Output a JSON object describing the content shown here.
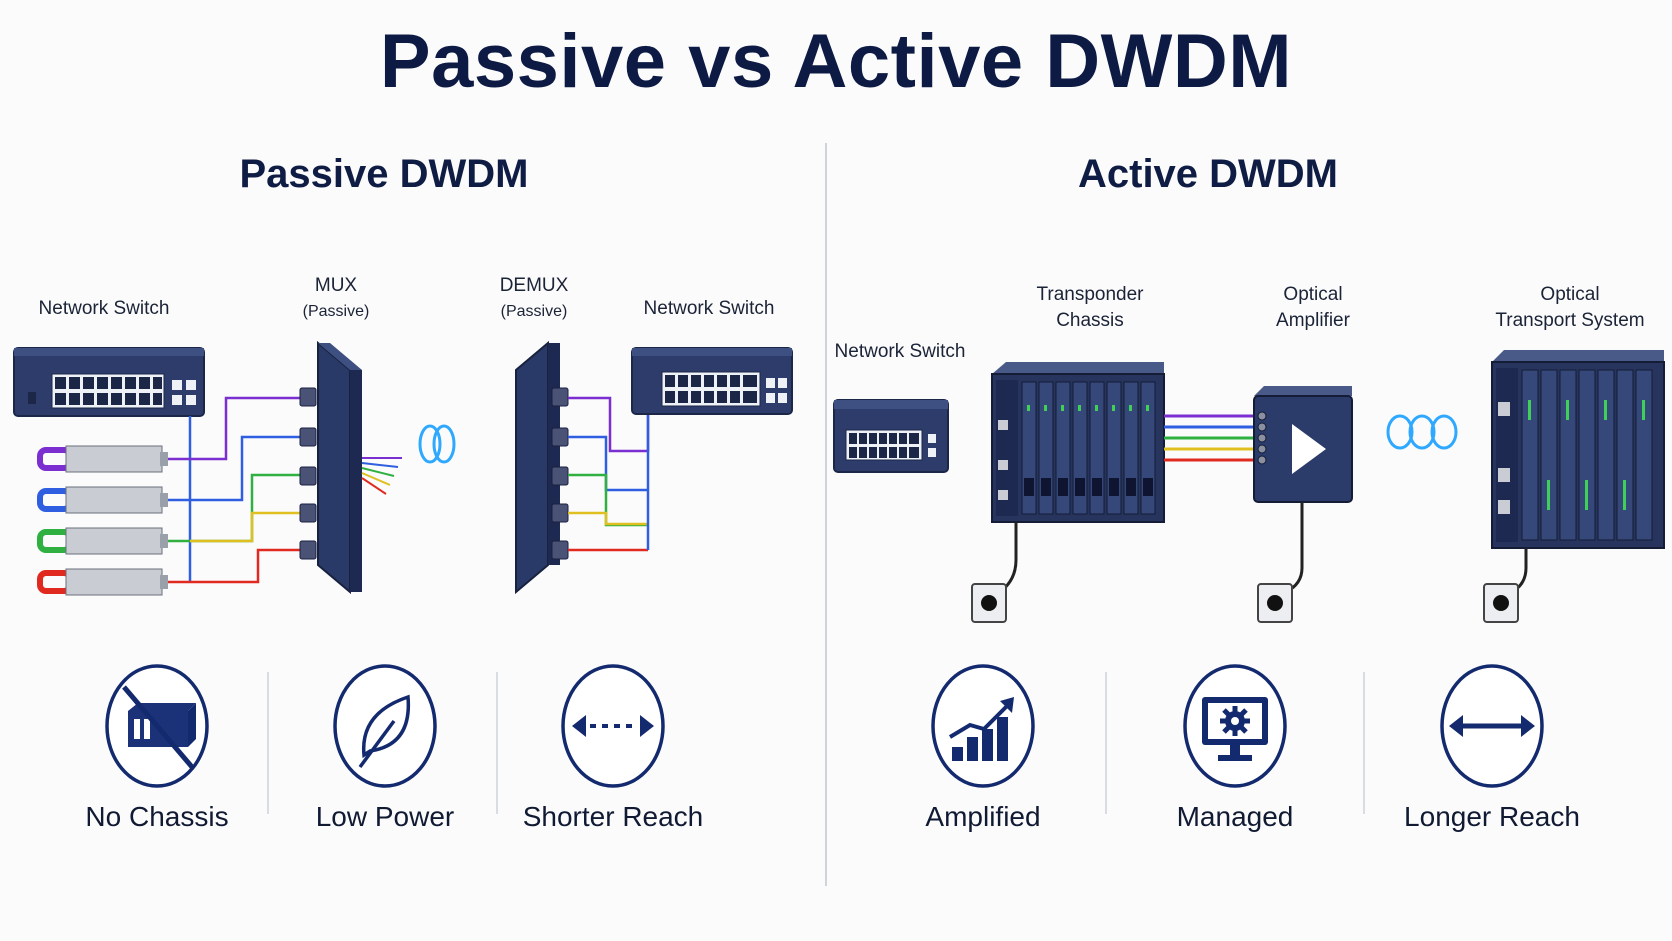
{
  "title": "Passive vs Active DWDM",
  "passive": {
    "heading": "Passive DWDM",
    "labels": {
      "switch_left": "Network Switch",
      "mux": "MUX",
      "mux_sub": "(Passive)",
      "demux": "DEMUX",
      "demux_sub": "(Passive)",
      "switch_right": "Network Switch"
    },
    "features": [
      {
        "label": "No Chassis",
        "icon": "no-chassis-icon"
      },
      {
        "label": "Low Power",
        "icon": "leaf-icon"
      },
      {
        "label": "Shorter Reach",
        "icon": "dashed-arrow-icon"
      }
    ]
  },
  "active": {
    "heading": "Active DWDM",
    "labels": {
      "switch": "Network Switch",
      "transponder": "Transponder",
      "transponder_sub": "Chassis",
      "amplifier": "Optical",
      "amplifier_sub": "Amplifier",
      "ots": "Optical",
      "ots_sub": "Transport System"
    },
    "features": [
      {
        "label": "Amplified",
        "icon": "growth-chart-icon"
      },
      {
        "label": "Managed",
        "icon": "monitor-gear-icon"
      },
      {
        "label": "Longer Reach",
        "icon": "double-arrow-icon"
      }
    ]
  },
  "colors": {
    "navy": "#0f2a6e",
    "device": "#2f3f6e",
    "device_dark": "#1e2a4d",
    "channels": [
      "#7b2fd0",
      "#2f5fe0",
      "#2fb040",
      "#e0c020",
      "#e02a20"
    ],
    "light_beam": "#38b8ff"
  }
}
